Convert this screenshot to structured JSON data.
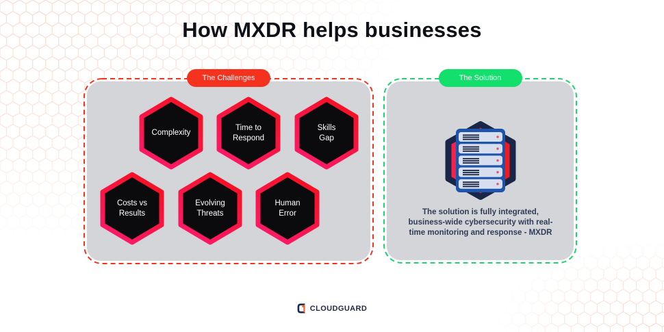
{
  "page": {
    "title": "How MXDR helps businesses"
  },
  "challenges": {
    "badge_label": "The Challenges",
    "accent_color": "#f4321e",
    "hexagon_fill": "#0b0b0d",
    "hexagon_border_gradient": [
      "#f6101f",
      "#fc1a6b"
    ],
    "items": [
      {
        "lines": [
          "Complexity",
          ""
        ]
      },
      {
        "lines": [
          "Time to",
          "Respond"
        ]
      },
      {
        "lines": [
          "Skills",
          "Gap"
        ]
      },
      {
        "lines": [
          "Costs vs",
          "Results"
        ]
      },
      {
        "lines": [
          "Evolving",
          "Threats"
        ]
      },
      {
        "lines": [
          "Human",
          "Error"
        ]
      }
    ]
  },
  "solution": {
    "badge_label": "The Solution",
    "accent_color": "#12df6c",
    "icon": "server-rack-hexagon-icon",
    "icon_colors": {
      "hex_border": "#1a2647",
      "hex_fill_left": "#fb2150",
      "hex_fill_right": "#ee1b21",
      "rack_body": "#1e55ab",
      "slot_fill": "#d7deee",
      "slot_lines": "#17223f",
      "slot_dot": "#e8506b"
    },
    "description_lines": [
      "The solution is fully integrated,",
      "business-wide cybersecurity with real-",
      "time monitoring and response - MXDR"
    ]
  },
  "footer": {
    "brand": "CLOUDGUARD",
    "logo_accent_color": "#f26430",
    "logo_text_color": "#1d2a44"
  },
  "theme": {
    "panel_gray": "#d3d5d9",
    "background": "#ffffff",
    "honeycomb_stroke": "#f9d9cd",
    "title_color": "#0d1016"
  }
}
